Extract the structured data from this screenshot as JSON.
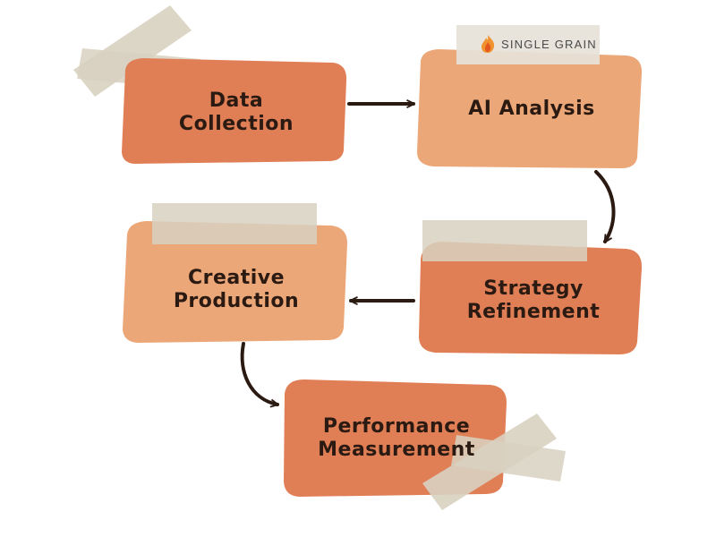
{
  "brand": {
    "name": "SINGLE GRAIN",
    "icon": "flame-logo-icon"
  },
  "colors": {
    "dark_orange": "#e07f56",
    "light_orange": "#eca778",
    "tape": "#d8d1c1",
    "arrow": "#2b1a12",
    "text": "#2b1a12"
  },
  "nodes": [
    {
      "id": "data-collection",
      "label": "Data\nCollection",
      "fill": "dark_orange"
    },
    {
      "id": "ai-analysis",
      "label": "AI Analysis",
      "fill": "light_orange"
    },
    {
      "id": "strategy-refinement",
      "label": "Strategy\nRefinement",
      "fill": "dark_orange"
    },
    {
      "id": "creative-production",
      "label": "Creative\nProduction",
      "fill": "light_orange"
    },
    {
      "id": "performance-measurement",
      "label": "Performance\nMeasurement",
      "fill": "dark_orange"
    }
  ],
  "edges": [
    {
      "from": "data-collection",
      "to": "ai-analysis"
    },
    {
      "from": "ai-analysis",
      "to": "strategy-refinement"
    },
    {
      "from": "strategy-refinement",
      "to": "creative-production"
    },
    {
      "from": "creative-production",
      "to": "performance-measurement"
    }
  ]
}
